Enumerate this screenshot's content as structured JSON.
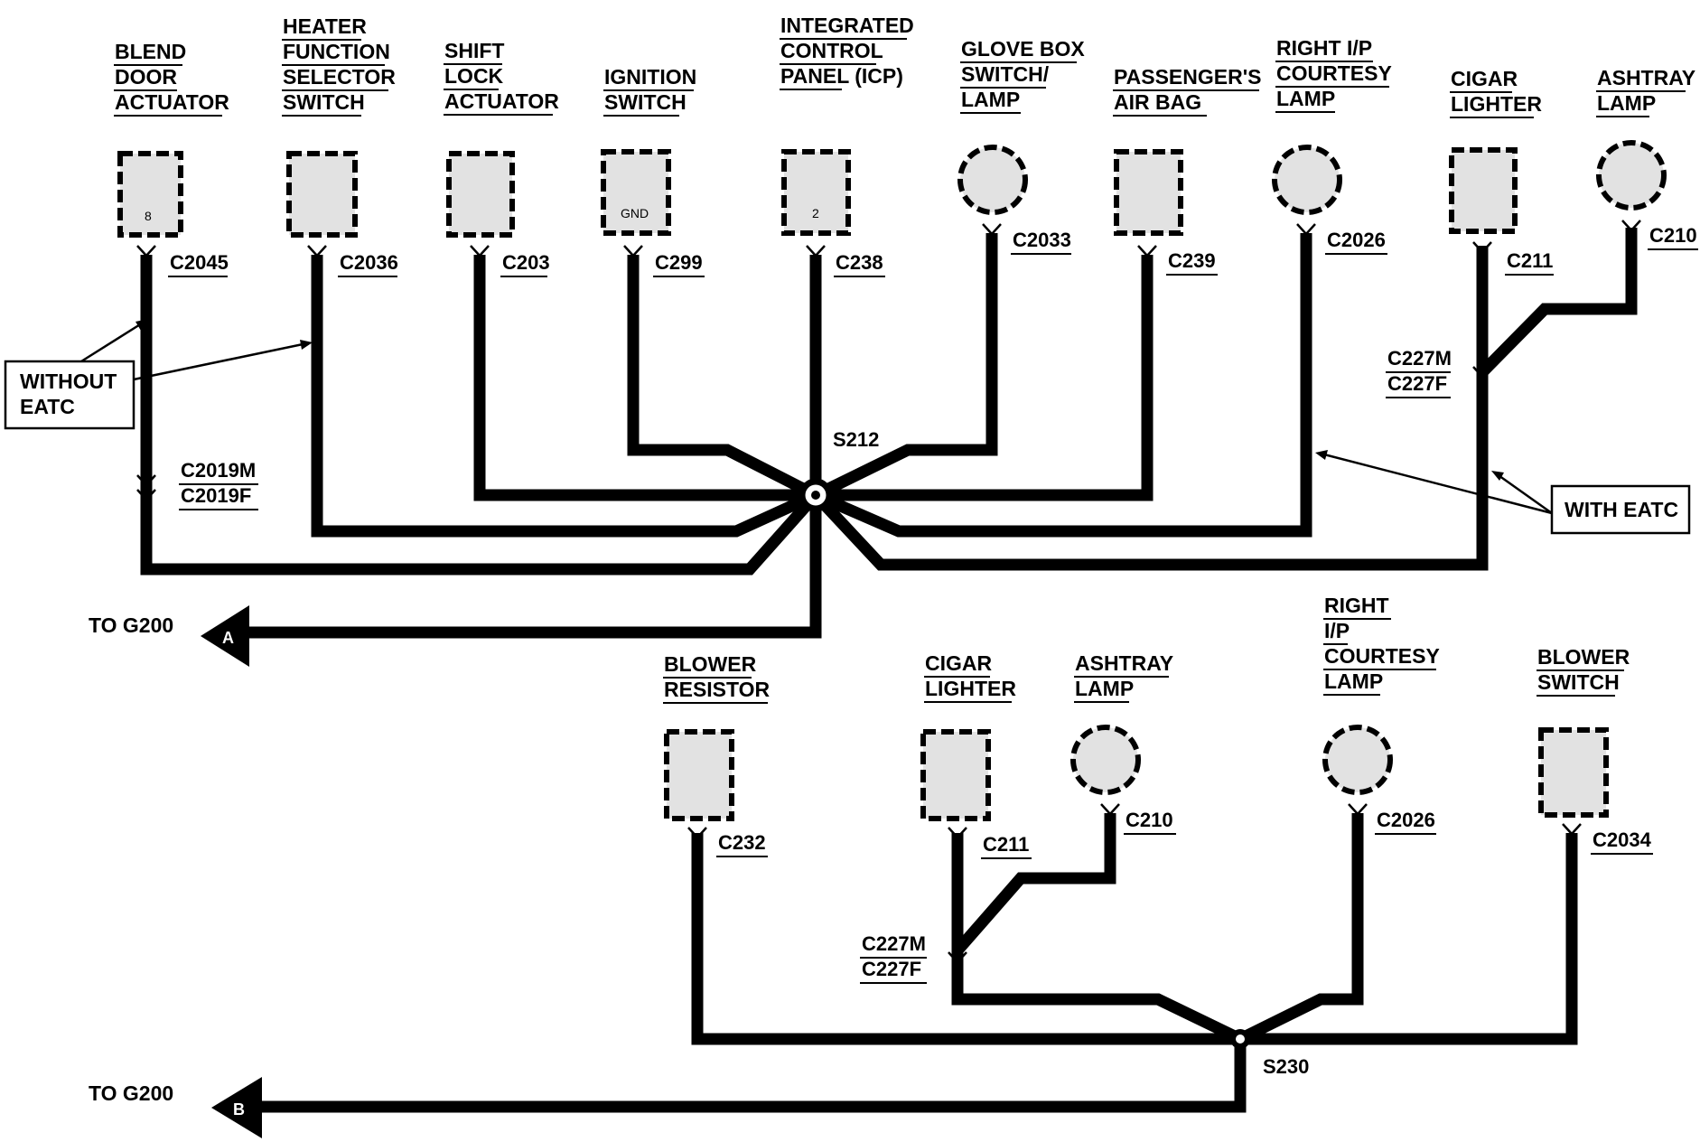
{
  "diagram": {
    "components_a": [
      {
        "id": "blend",
        "name": [
          "BLEND",
          "DOOR",
          "ACTUATOR"
        ],
        "connector": "C2045",
        "pin": "8",
        "shape": "rect"
      },
      {
        "id": "heater",
        "name": [
          "HEATER",
          "FUNCTION",
          "SELECTOR",
          "SWITCH"
        ],
        "connector": "C2036",
        "pin": "",
        "shape": "rect"
      },
      {
        "id": "shift",
        "name": [
          "SHIFT",
          "LOCK",
          "ACTUATOR"
        ],
        "connector": "C203",
        "pin": "",
        "shape": "rect"
      },
      {
        "id": "ignition",
        "name": [
          "IGNITION",
          "SWITCH"
        ],
        "connector": "C299",
        "pin": "GND",
        "shape": "rect"
      },
      {
        "id": "icp",
        "name": [
          "INTEGRATED",
          "CONTROL",
          "PANEL (ICP)"
        ],
        "connector": "C238",
        "pin": "2",
        "shape": "rect"
      },
      {
        "id": "glovebox",
        "name": [
          "GLOVE BOX",
          "SWITCH/",
          "LAMP"
        ],
        "connector": "C2033",
        "pin": "",
        "shape": "circle"
      },
      {
        "id": "airbag",
        "name": [
          "PASSENGER'S",
          "AIR BAG"
        ],
        "connector": "C239",
        "pin": "",
        "shape": "rect"
      },
      {
        "id": "courtesy",
        "name": [
          "RIGHT I/P",
          "COURTESY",
          "LAMP"
        ],
        "connector": "C2026",
        "pin": "",
        "shape": "circle"
      },
      {
        "id": "cigar",
        "name": [
          "CIGAR",
          "LIGHTER"
        ],
        "connector": "C211",
        "pin": "",
        "shape": "rect"
      },
      {
        "id": "ashtray",
        "name": [
          "ASHTRAY",
          "LAMP"
        ],
        "connector": "C210",
        "pin": "",
        "shape": "circle"
      }
    ],
    "inline_a": {
      "male": "C2019M",
      "female": "C2019F"
    },
    "inline_a2": {
      "male": "C227M",
      "female": "C227F"
    },
    "splice_a": "S212",
    "ground_a": {
      "label": "TO G200",
      "tag": "A"
    },
    "note_without": [
      "WITHOUT",
      "EATC"
    ],
    "note_with": "WITH EATC",
    "components_b": [
      {
        "id": "blower-res",
        "name": [
          "BLOWER",
          "RESISTOR"
        ],
        "connector": "C232",
        "shape": "rect"
      },
      {
        "id": "cigar-b",
        "name": [
          "CIGAR",
          "LIGHTER"
        ],
        "connector": "C211",
        "shape": "rect"
      },
      {
        "id": "ashtray-b",
        "name": [
          "ASHTRAY",
          "LAMP"
        ],
        "connector": "C210",
        "shape": "circle"
      },
      {
        "id": "courtesy-b",
        "name": [
          "RIGHT",
          "I/P",
          "COURTESY",
          "LAMP"
        ],
        "connector": "C2026",
        "shape": "circle"
      },
      {
        "id": "blower-sw",
        "name": [
          "BLOWER",
          "SWITCH"
        ],
        "connector": "C2034",
        "shape": "rect"
      }
    ],
    "inline_b": {
      "male": "C227M",
      "female": "C227F"
    },
    "splice_b": "S230",
    "ground_b": {
      "label": "TO G200",
      "tag": "B"
    }
  }
}
